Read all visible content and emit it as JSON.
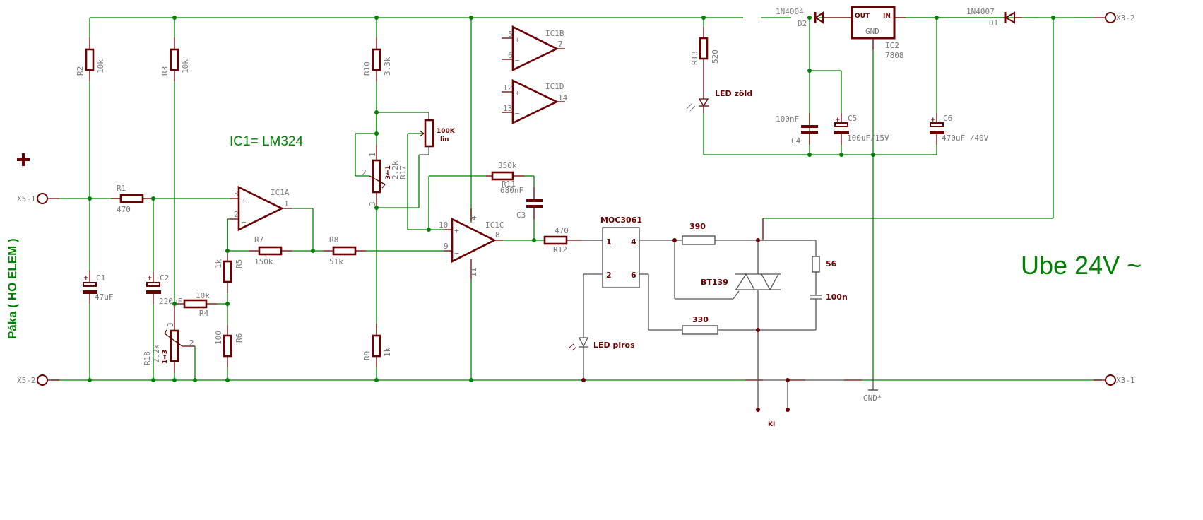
{
  "title_notes": {
    "ic_note": "IC1= LM324",
    "supply_note": "Ube 24V ~",
    "left_side_label": "Páka ( HO ELEM )",
    "plus_sign": "+"
  },
  "connectors": {
    "x5_1": "X5-1",
    "x5_2": "X5-2",
    "x3_1": "X3-1",
    "x3_2": "X3-2",
    "gnd": "GND*",
    "ki": "KI"
  },
  "resistors": [
    {
      "name": "R1",
      "value": "470"
    },
    {
      "name": "R2",
      "value": "10k"
    },
    {
      "name": "R3",
      "value": "10k"
    },
    {
      "name": "R4",
      "value": "10k"
    },
    {
      "name": "R5",
      "value": "1k"
    },
    {
      "name": "R6",
      "value": "100"
    },
    {
      "name": "R7",
      "value": "150k"
    },
    {
      "name": "R8",
      "value": "51k"
    },
    {
      "name": "R9",
      "value": "1k"
    },
    {
      "name": "R10",
      "value": "3.3k"
    },
    {
      "name": "R11",
      "value": "350k"
    },
    {
      "name": "R12",
      "value": "470"
    },
    {
      "name": "R13",
      "value": "520"
    },
    {
      "name": "R17",
      "value": "2.2k"
    },
    {
      "name": "R18",
      "value": "2.2k"
    }
  ],
  "pot": {
    "value": "100K",
    "taper": "lin"
  },
  "capacitors": [
    {
      "name": "C1",
      "value": "47uF"
    },
    {
      "name": "C2",
      "value": "220uF"
    },
    {
      "name": "C3",
      "value": "680nF"
    },
    {
      "name": "C4",
      "value": "100nF"
    },
    {
      "name": "C5",
      "value": "100uF/15V"
    },
    {
      "name": "C6",
      "value": "470uF /40V"
    }
  ],
  "opamps": {
    "ic1a": {
      "name": "IC1A",
      "pin_plus": "3",
      "pin_minus": "2",
      "pin_out": "1"
    },
    "ic1b": {
      "name": "IC1B",
      "pin_plus": "5",
      "pin_minus": "6",
      "pin_out": "7"
    },
    "ic1c": {
      "name": "IC1C",
      "pin_plus": "10",
      "pin_minus": "9",
      "pin_out": "8",
      "pin_vcc": "4",
      "pin_gnd": "11"
    },
    "ic1d": {
      "name": "IC1D",
      "pin_plus": "12",
      "pin_minus": "13",
      "pin_out": "14"
    }
  },
  "pot_pins": {
    "p1": "1",
    "p2": "2",
    "p3": "3"
  },
  "diodes": {
    "d1": {
      "name": "D1",
      "part": "1N4007"
    },
    "d2": {
      "name": "D2",
      "part": "1N4004"
    }
  },
  "regulator": {
    "name": "IC2",
    "part": "7808",
    "out": "OUT",
    "in": "IN",
    "gnd": "GND"
  },
  "leds": {
    "green": "LED zöld",
    "red": "LED piros"
  },
  "optocoupler": {
    "part": "MOC3061",
    "pins": [
      "1",
      "4",
      "2",
      "6"
    ]
  },
  "triac": {
    "part": "BT139"
  },
  "snubber": {
    "r_gate": "390",
    "r_mt": "330",
    "r_snub": "56",
    "c_snub": "100n"
  }
}
